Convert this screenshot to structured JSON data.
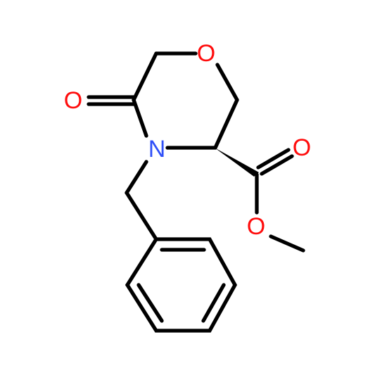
{
  "molecule": {
    "atoms": [
      {
        "id": "o_ring",
        "symbol": "O",
        "color": "#ff0d0d"
      },
      {
        "id": "o_ketone",
        "symbol": "O",
        "color": "#ff0d0d"
      },
      {
        "id": "n_ring",
        "symbol": "N",
        "color": "#3050f8"
      },
      {
        "id": "o_ester_carbonyl",
        "symbol": "O",
        "color": "#ff0d0d"
      },
      {
        "id": "o_ester",
        "symbol": "O",
        "color": "#ff0d0d"
      }
    ],
    "bond_color": "#000000",
    "stereo_center": "wedge"
  }
}
